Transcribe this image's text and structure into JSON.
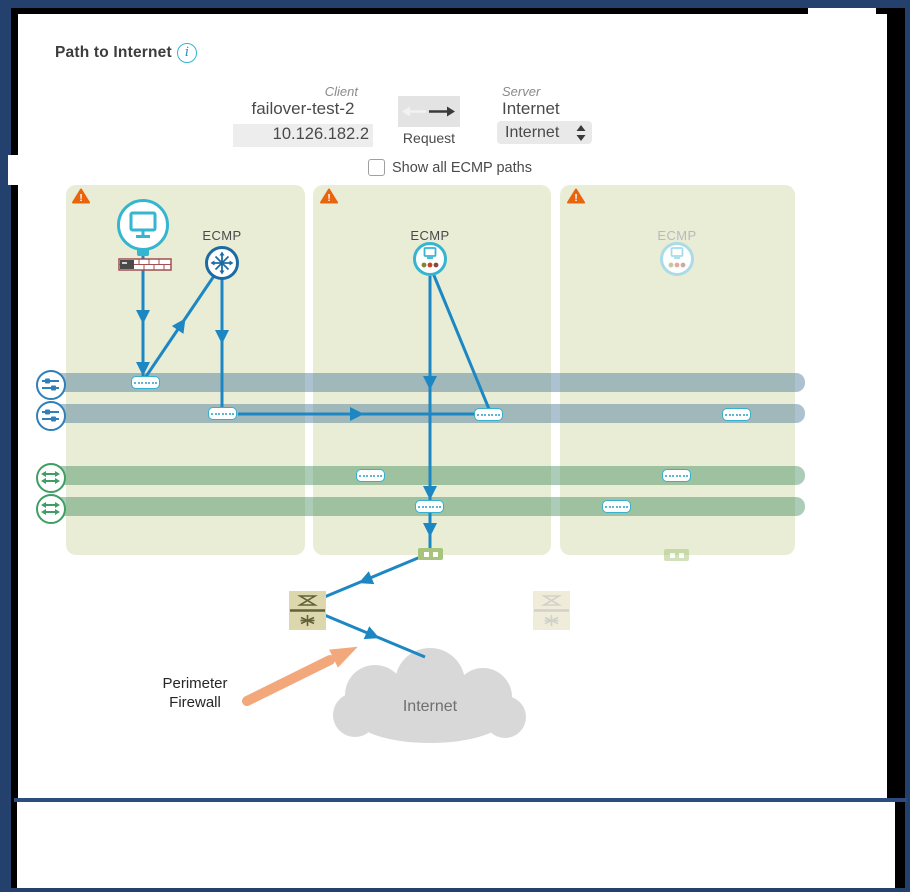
{
  "title": "Path to Internet",
  "client": {
    "label": "Client",
    "name": "failover-test-2",
    "ip": "10.126.182.2"
  },
  "request": {
    "label": "Request"
  },
  "server": {
    "label": "Server",
    "name": "Internet",
    "selected": "Internet"
  },
  "options": {
    "show_ecmp_label": "Show all ECMP paths",
    "checked": false
  },
  "zones": [
    {
      "ecmp_label": "ECMP",
      "warning": true,
      "state": "active"
    },
    {
      "ecmp_label": "ECMP",
      "warning": true,
      "state": "active"
    },
    {
      "ecmp_label": "ECMP",
      "warning": true,
      "state": "inactive"
    }
  ],
  "cloud": {
    "label": "Internet"
  },
  "annotation": {
    "line1": "Perimeter",
    "line2": "Firewall"
  },
  "icons": {
    "info": "info-icon",
    "warning": "warning-triangle-icon",
    "client_node": "monitor-icon",
    "ecmp_group": "ecmp-multipath-icon",
    "spine_layer": "slider-switch-icon",
    "leaf_layer": "double-arrow-switch-icon",
    "firewall": "firewall-icon",
    "cloud": "internet-cloud-icon"
  },
  "colors": {
    "frame_navy": "#24416e",
    "path_blue": "#1d87c4",
    "cyan": "#35b5d0",
    "dark_blue": "#1d6ba3",
    "warning_orange": "#e8650d",
    "panel_bg": "#e9edd6",
    "spine_bar": "#9cb9c9",
    "leaf_bar": "#9cc2a4",
    "salmon_arrow": "#f2a87b",
    "firewall_bg": "#dcd7ad",
    "cloud_gray": "#d8d8d8"
  }
}
